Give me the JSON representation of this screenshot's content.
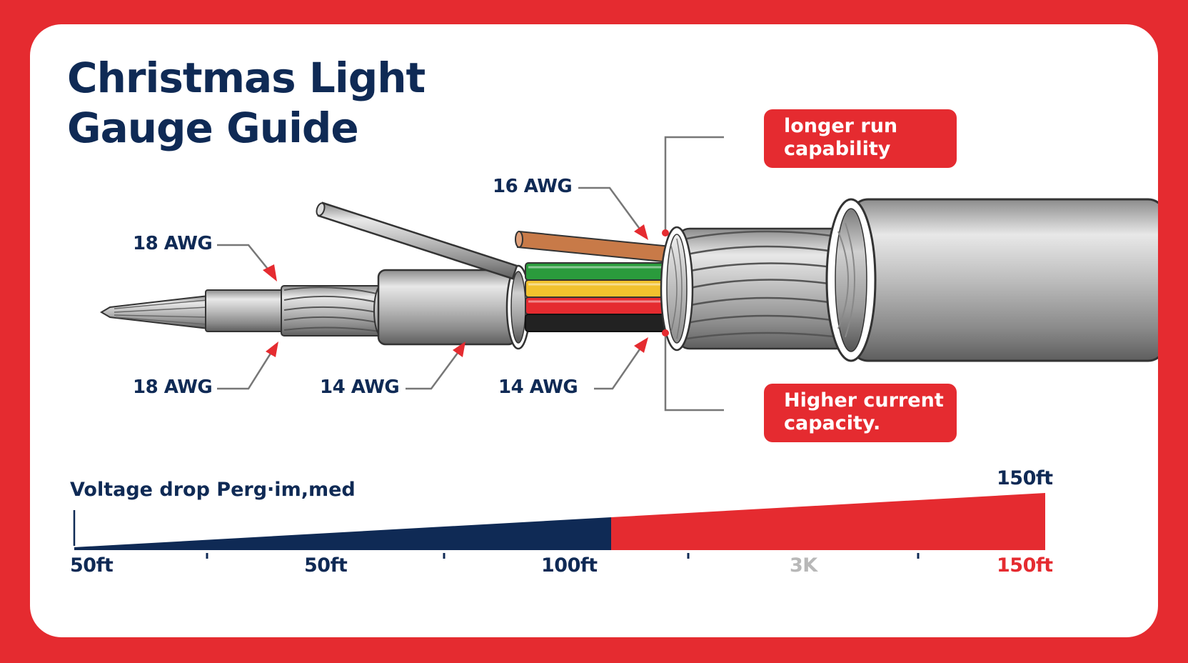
{
  "title_line1": "Christmas Light",
  "title_line2": "Gauge Guide",
  "labels": {
    "top_18": "18 AWG",
    "top_16": "16 AWG",
    "bottom_18": "18 AWG",
    "bottom_14_a": "14 AWG",
    "bottom_14_b": "14 AWG"
  },
  "callouts": {
    "top": [
      "longer run",
      "capability"
    ],
    "bottom": [
      "Higher current",
      "capacity."
    ]
  },
  "scale": {
    "title": "Voltage drop Perg·im,med",
    "end_label_top": "150ft",
    "ticks": [
      "50ft",
      "50ft",
      "100ft",
      "3K",
      "150ft"
    ]
  },
  "colors": {
    "frame": "#e52b30",
    "navy": "#0f2a55",
    "accent": "#e52b30",
    "muted": "#b8b8b8",
    "wire_orange": "#c87a48",
    "wire_green": "#2a9b3c",
    "wire_yellow": "#f2c12e",
    "wire_red": "#e52b30",
    "wire_black": "#222222"
  }
}
